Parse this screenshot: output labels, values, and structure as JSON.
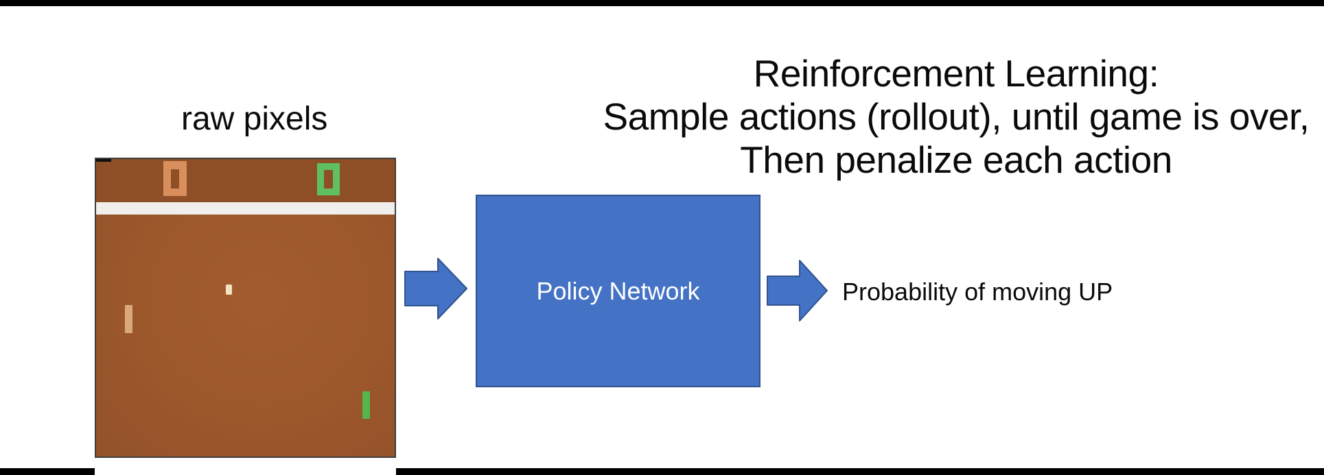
{
  "title": {
    "line1": "Reinforcement Learning:",
    "line2": "Sample actions (rollout), until game is over,",
    "line3": "Then penalize each action"
  },
  "labels": {
    "raw_pixels": "raw pixels",
    "policy_network": "Policy Network",
    "probability_output": "Probability of moving UP"
  },
  "game": {
    "left_score": "0",
    "right_score": "0",
    "elements": [
      "left-score-digit",
      "right-score-digit",
      "white-divider-bar",
      "ball",
      "left-paddle",
      "right-paddle"
    ]
  },
  "icons": {
    "input_arrow": "right-arrow",
    "output_arrow": "right-arrow"
  },
  "colors": {
    "box_fill": "#4472c4",
    "box_border": "#2f528f",
    "game_top_band": "#8e4f26",
    "game_play_area": "#9c572b",
    "game_white_bar": "#f0efec",
    "score_left_orange": "#d98f5c",
    "score_right_green": "#5ec05e",
    "paddle_left_tan": "#d9a87b",
    "paddle_right_green": "#55b74b",
    "ball_cream": "#f2e3c3",
    "edge_bars": "#000000",
    "text": "#0a0a0a"
  }
}
